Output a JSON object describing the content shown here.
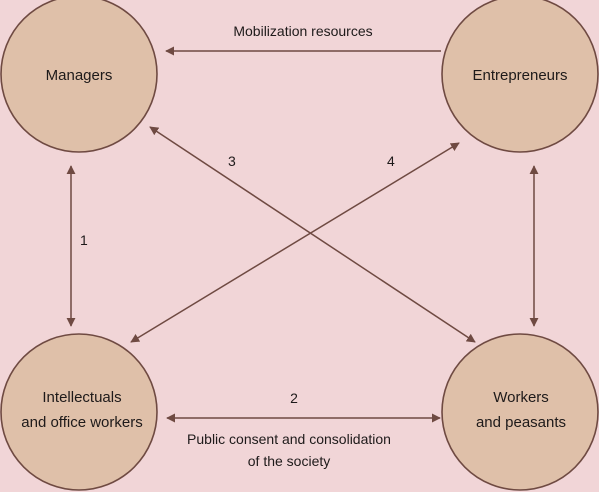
{
  "nodes": {
    "managers": {
      "lines": [
        "Managers"
      ]
    },
    "entrepreneurs": {
      "lines": [
        "Entrepreneurs"
      ]
    },
    "intellectuals": {
      "lines": [
        "Intellectuals",
        "and office workers"
      ]
    },
    "workers": {
      "lines": [
        "Workers",
        "and peasants"
      ]
    }
  },
  "edges": {
    "mobilization": {
      "label": "Mobilization resources"
    },
    "edge1": {
      "label": "1"
    },
    "edge2": {
      "label": "2",
      "caption": [
        "Public consent and consolidation",
        "of the society"
      ]
    },
    "edge3": {
      "label": "3"
    },
    "edge4": {
      "label": "4"
    }
  },
  "colors": {
    "background": "#f1d5d7",
    "node_fill": "#dfc0a9",
    "node_stroke": "#6f4a42",
    "arrow": "#6f4a42",
    "text": "#1e1a1a"
  }
}
